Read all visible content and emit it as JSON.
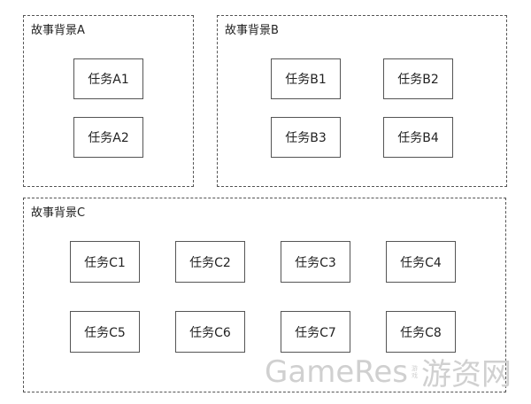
{
  "groups": {
    "a": {
      "label": "故事背景A",
      "tasks": [
        "任务A1",
        "任务A2"
      ]
    },
    "b": {
      "label": "故事背景B",
      "tasks": [
        "任务B1",
        "任务B2",
        "任务B3",
        "任务B4"
      ]
    },
    "c": {
      "label": "故事背景C",
      "tasks": [
        "任务C1",
        "任务C2",
        "任务C3",
        "任务C4",
        "任务C5",
        "任务C6",
        "任务C7",
        "任务C8"
      ]
    }
  },
  "watermark": {
    "left": "GameRes",
    "mid_top": "游",
    "mid_bottom": "戏",
    "right": "游资网"
  },
  "colors": {
    "border": "#555555",
    "text": "#222222",
    "watermark": "#d0d0d0"
  }
}
